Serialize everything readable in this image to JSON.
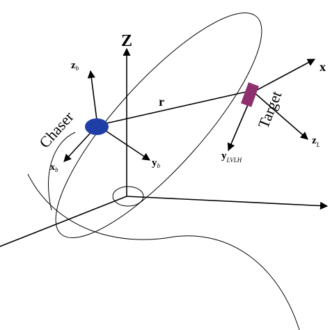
{
  "labels": {
    "Z": "Z",
    "zb_main": "z",
    "zb_sub": "b",
    "r": "r",
    "x_lvlh_main": "x",
    "target": "Target",
    "chaser": "Chaser",
    "xb_main": "x",
    "xb_sub": "b",
    "yb_main": "y",
    "yb_sub": "b",
    "y_lvlh_main": "y",
    "y_lvlh_sub": "LVLH",
    "z_lvlh_main": "z",
    "z_lvlh_sub": "L"
  },
  "colors": {
    "chaser": "#1f3fa6",
    "target": "#8e2f6e",
    "lines": "#000000"
  }
}
